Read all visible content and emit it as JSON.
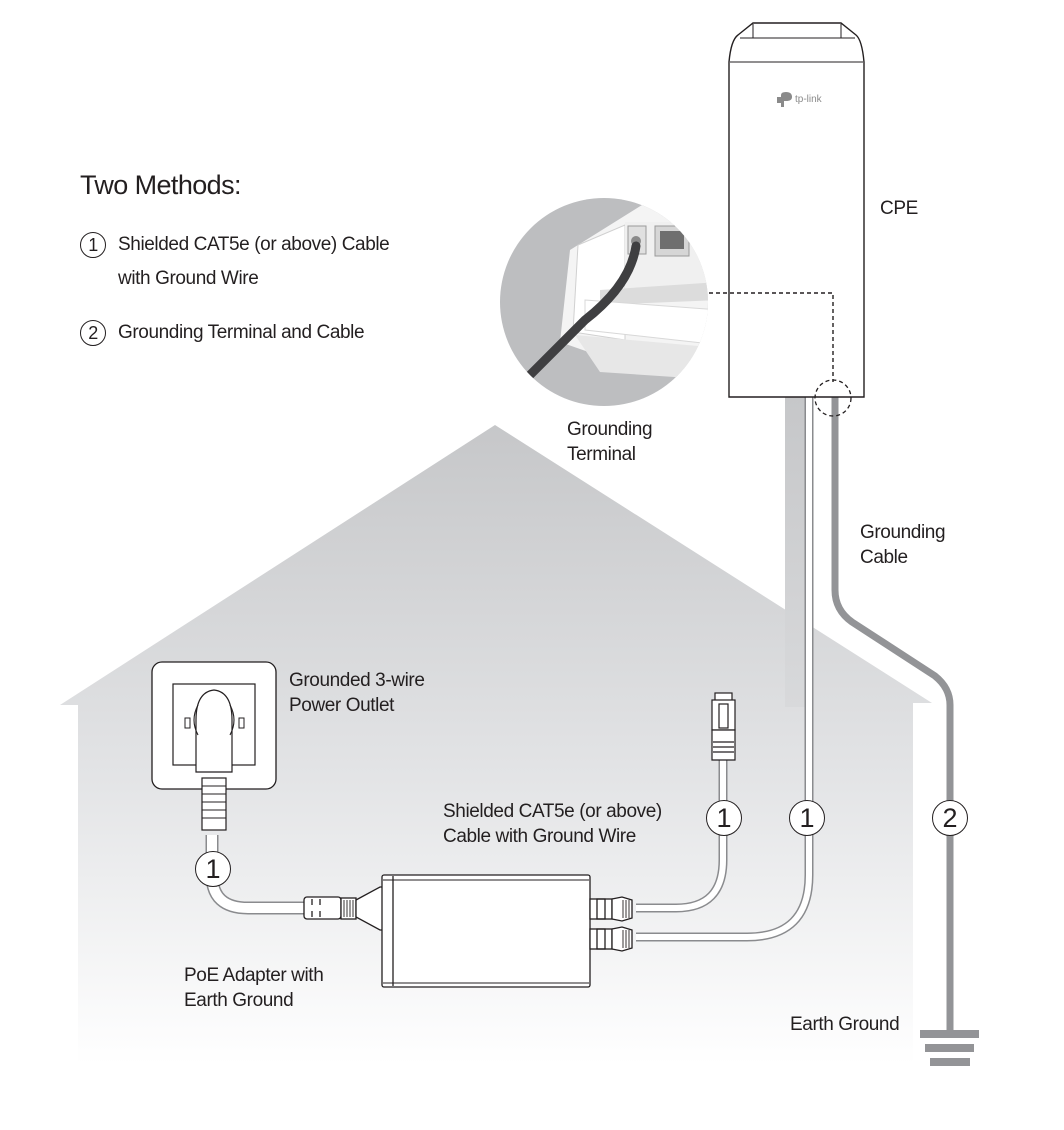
{
  "title": "Two Methods:",
  "methods": [
    {
      "number": "1",
      "line1": "Shielded CAT5e (or above) Cable",
      "line2": "with Ground Wire"
    },
    {
      "number": "2",
      "line1": "Grounding Terminal and Cable",
      "line2": ""
    }
  ],
  "labels": {
    "cpe": "CPE",
    "grounding_terminal_1": "Grounding",
    "grounding_terminal_2": "Terminal",
    "grounding_cable_1": "Grounding",
    "grounding_cable_2": "Cable",
    "power_outlet_1": "Grounded 3-wire",
    "power_outlet_2": "Power Outlet",
    "shielded_cable_1": "Shielded CAT5e (or above)",
    "shielded_cable_2": "Cable with Ground Wire",
    "poe_adapter_1": "PoE Adapter with",
    "poe_adapter_2": "Earth Ground",
    "earth_ground": "Earth Ground"
  },
  "badges": {
    "power_cable": "1",
    "lan_cable": "1",
    "cpe_cable": "1",
    "ground_cable": "2"
  },
  "brand": "tp-link",
  "colors": {
    "house_top": "#c6c7c9",
    "house_bottom": "#fbfbfb",
    "ground_cable": "#939497",
    "outline": "#231f20"
  }
}
